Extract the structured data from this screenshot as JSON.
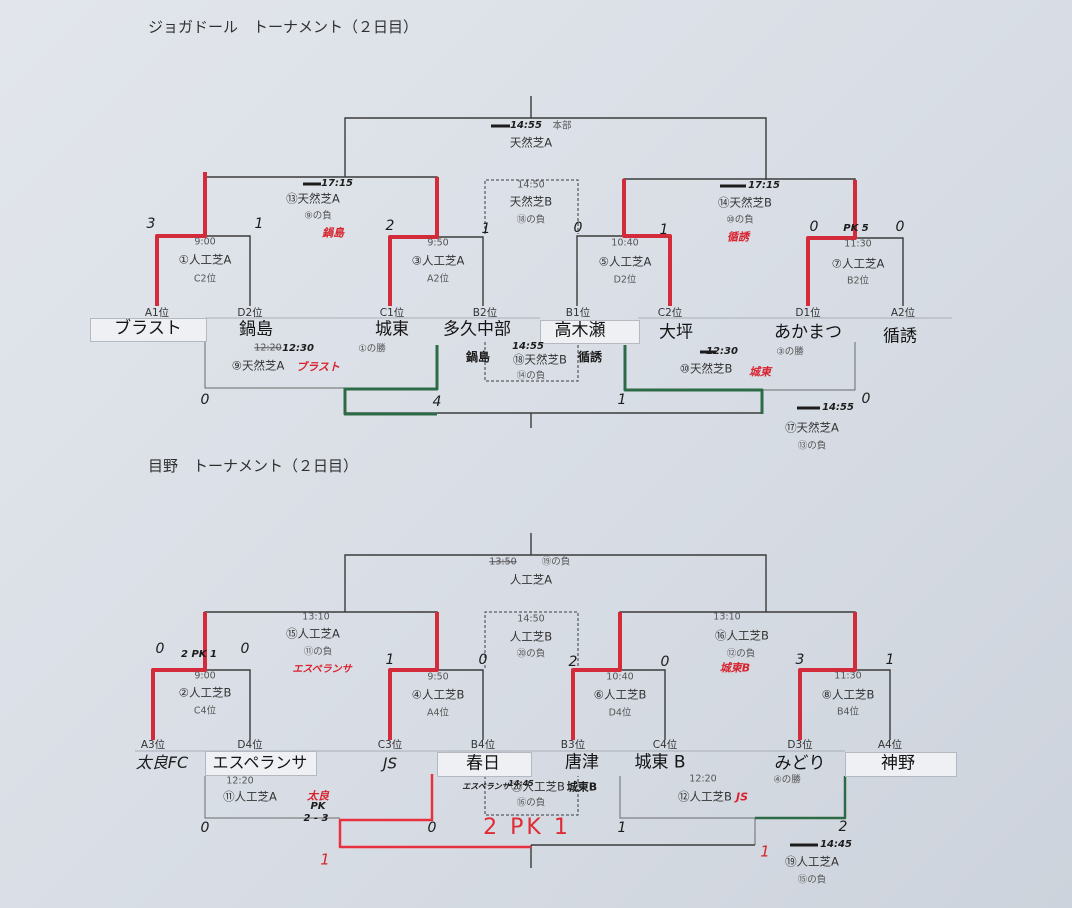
{
  "jogador": {
    "title": "ジョガドール　トーナメント（２日目）",
    "final": {
      "time": "14:55",
      "venue": "本部",
      "field": "天然芝A"
    },
    "m13": {
      "time": "17:15",
      "field": "⑬天然芝A",
      "note": "⑨の負",
      "winner": "鍋島"
    },
    "m18_top": {
      "time": "14:50",
      "field": "天然芝B",
      "note": "⑱の負"
    },
    "m14": {
      "time": "17:15",
      "field": "⑭天然芝B",
      "note": "⑩の負",
      "winner": "循誘"
    },
    "m1": {
      "time": "9:00",
      "field": "①人工芝A",
      "note": "C2位",
      "score_left": "3",
      "score_right": "1"
    },
    "m3": {
      "time": "9:50",
      "field": "③人工芝A",
      "note": "A2位",
      "score_left": "2",
      "score_right": "1"
    },
    "m5": {
      "time": "10:40",
      "field": "⑤人工芝A",
      "note": "D2位",
      "score_left": "0",
      "score_right": "1"
    },
    "m7": {
      "time": "11:30",
      "field": "⑦人工芝A",
      "note": "B2位",
      "score_left": "0",
      "pk": "PK 5",
      "score_right": "0"
    },
    "teams": [
      {
        "seed": "A1位",
        "name": "ブラスト"
      },
      {
        "seed": "D2位",
        "name": "鍋島"
      },
      {
        "seed": "C1位",
        "name": "城東"
      },
      {
        "seed": "B2位",
        "name": "多久中部"
      },
      {
        "seed": "B1位",
        "name": "高木瀬"
      },
      {
        "seed": "C2位",
        "name": "大坪"
      },
      {
        "seed": "D1位",
        "name": "あかまつ"
      },
      {
        "seed": "A2位",
        "name": "循誘"
      }
    ],
    "m9": {
      "time_struck": "12:20",
      "time": "12:30",
      "field": "⑨天然芝A",
      "winner": "ブラスト",
      "note": "①の勝",
      "score": "0"
    },
    "m18": {
      "time": "14:55",
      "field": "⑱天然芝B",
      "note": "⑭の負",
      "left_team": "鍋島",
      "right_team": "循誘",
      "score_left": "4",
      "score_right": "1"
    },
    "m10": {
      "time": "12:30",
      "field": "⑩天然芝B",
      "winner": "城東",
      "note": "③の勝"
    },
    "m17": {
      "time": "14:55",
      "field": "⑰天然芝A",
      "note": "⑬の負",
      "score": "0"
    }
  },
  "hinome": {
    "title": "目野　トーナメント（２日目）",
    "final": {
      "time_struck": "13:50",
      "note": "⑲の負",
      "field": "人工芝A"
    },
    "m15": {
      "time": "13:10",
      "field": "⑮人工芝A",
      "note": "⑪の負",
      "winner": "エスペランサ"
    },
    "m20_top": {
      "time": "14:50",
      "field": "人工芝B",
      "note": "⑳の負"
    },
    "m16": {
      "time": "13:10",
      "field": "⑯人工芝B",
      "note": "⑫の負",
      "winner": "城東B"
    },
    "m2": {
      "time": "9:00",
      "field": "②人工芝B",
      "note": "C4位",
      "score_left": "0",
      "pk": "2 PK 1",
      "score_right": "0"
    },
    "m4": {
      "time": "9:50",
      "field": "④人工芝B",
      "note": "A4位",
      "score_left": "1",
      "score_right": "0"
    },
    "m6": {
      "time": "10:40",
      "field": "⑥人工芝B",
      "note": "D4位",
      "score_left": "2",
      "score_right": "0"
    },
    "m8": {
      "time": "11:30",
      "field": "⑧人工芝B",
      "note": "B4位",
      "score_left": "3",
      "score_right": "1"
    },
    "teams": [
      {
        "seed": "A3位",
        "name": "太良FC"
      },
      {
        "seed": "D4位",
        "name": "エスペランサ"
      },
      {
        "seed": "C3位",
        "name": "JS"
      },
      {
        "seed": "B4位",
        "name": "春日"
      },
      {
        "seed": "B3位",
        "name": "唐津"
      },
      {
        "seed": "C4位",
        "name": "城東 B"
      },
      {
        "seed": "D3位",
        "name": "みどり"
      },
      {
        "seed": "A4位",
        "name": "神野"
      }
    ],
    "m11": {
      "time": "12:20",
      "field": "⑪人工芝A",
      "winner": "太良",
      "pk": "PK",
      "pk_score": "2 - 3",
      "score_left": "0",
      "score_right": "0",
      "final_score": "1"
    },
    "m20": {
      "time": "14:45",
      "field": "⑳人工芝B",
      "note": "⑯の負",
      "left_team": "エスペランサ",
      "right_team": "城東B",
      "result": "2 PK 1"
    },
    "m12": {
      "time": "12:20",
      "field": "⑫人工芝B",
      "winner": "JS",
      "note": "④の勝",
      "score_left": "1",
      "score_right": "2",
      "final_score": "1"
    },
    "m19": {
      "time": "14:45",
      "field": "⑲人工芝A",
      "note": "⑮の負"
    }
  },
  "colors": {
    "paper": "#d9dee6",
    "line": "#3b3b3b",
    "winner_red": "#d42b3b",
    "winner_green": "#2d6b47"
  }
}
